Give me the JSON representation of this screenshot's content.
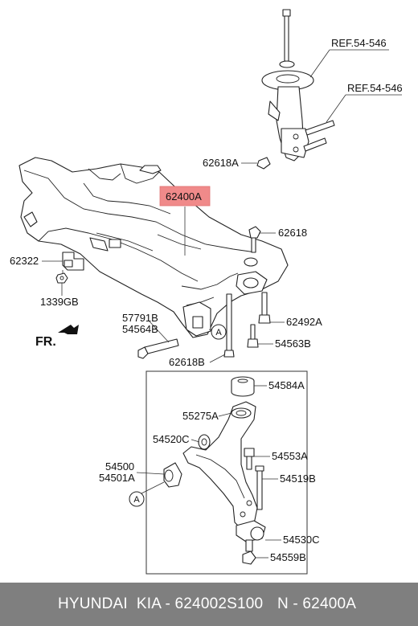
{
  "labels": {
    "ref_upper": "REF.54-546",
    "ref_lower": "REF.54-546",
    "p62618A": "62618A",
    "p62400A": "62400A",
    "p62618": "62618",
    "p62322": "62322",
    "p1339GB": "1339GB",
    "p57791B": "57791B",
    "p54564B": "54564B",
    "p62492A": "62492A",
    "fr": "FR.",
    "p54563B": "54563B",
    "p62618B": "62618B",
    "circleA_top": "A",
    "p54584A": "54584A",
    "p55275A": "55275A",
    "p54520C": "54520C",
    "p54553A": "54553A",
    "p54500": "54500",
    "p54501A": "54501A",
    "p54519B": "54519B",
    "circleA_bottom": "A",
    "p54530C": "54530C",
    "p54559B": "54559B"
  },
  "footer": {
    "brand": "HYUNDAI  KIA - 624002S100",
    "code": "N - 62400A"
  },
  "colors": {
    "highlight_fill": "#f08a8a",
    "footer_bg": "#7f7f7f",
    "footer_text": "#ffffff"
  }
}
